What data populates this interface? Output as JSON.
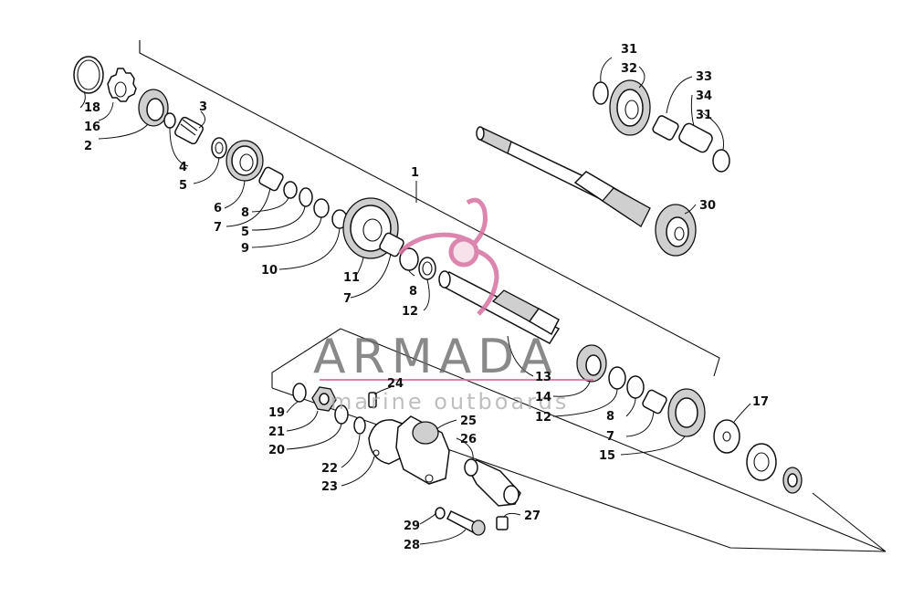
{
  "watermark": {
    "brand": "ARMADA",
    "tagline": "marine outboards",
    "accent_color": "#d6709f",
    "text_color": "#6b6b6b"
  },
  "callouts": [
    {
      "id": "c18a",
      "text": "18"
    },
    {
      "id": "c16",
      "text": "16"
    },
    {
      "id": "c2",
      "text": "2"
    },
    {
      "id": "c3",
      "text": "3"
    },
    {
      "id": "c4",
      "text": "4"
    },
    {
      "id": "c5a",
      "text": "5"
    },
    {
      "id": "c6",
      "text": "6"
    },
    {
      "id": "c7a",
      "text": "7"
    },
    {
      "id": "c8a",
      "text": "8"
    },
    {
      "id": "c5b",
      "text": "5"
    },
    {
      "id": "c9",
      "text": "9"
    },
    {
      "id": "c10",
      "text": "10"
    },
    {
      "id": "c11",
      "text": "11"
    },
    {
      "id": "c7b",
      "text": "7"
    },
    {
      "id": "c8b",
      "text": "8"
    },
    {
      "id": "c12a",
      "text": "12"
    },
    {
      "id": "c1",
      "text": "1"
    },
    {
      "id": "c31a",
      "text": "31"
    },
    {
      "id": "c32",
      "text": "32"
    },
    {
      "id": "c33",
      "text": "33"
    },
    {
      "id": "c34",
      "text": "34"
    },
    {
      "id": "c31b",
      "text": "31"
    },
    {
      "id": "c30",
      "text": "30"
    },
    {
      "id": "c13",
      "text": "13"
    },
    {
      "id": "c14",
      "text": "14"
    },
    {
      "id": "c12b",
      "text": "12"
    },
    {
      "id": "c8c",
      "text": "8"
    },
    {
      "id": "c7c",
      "text": "7"
    },
    {
      "id": "c15",
      "text": "15"
    },
    {
      "id": "c17",
      "text": "17"
    },
    {
      "id": "c24",
      "text": "24"
    },
    {
      "id": "c19",
      "text": "19"
    },
    {
      "id": "c21",
      "text": "21"
    },
    {
      "id": "c20",
      "text": "20"
    },
    {
      "id": "c25",
      "text": "25"
    },
    {
      "id": "c26",
      "text": "26"
    },
    {
      "id": "c22",
      "text": "22"
    },
    {
      "id": "c23",
      "text": "23"
    },
    {
      "id": "c27",
      "text": "27"
    },
    {
      "id": "c29",
      "text": "29"
    },
    {
      "id": "c28",
      "text": "28"
    }
  ]
}
